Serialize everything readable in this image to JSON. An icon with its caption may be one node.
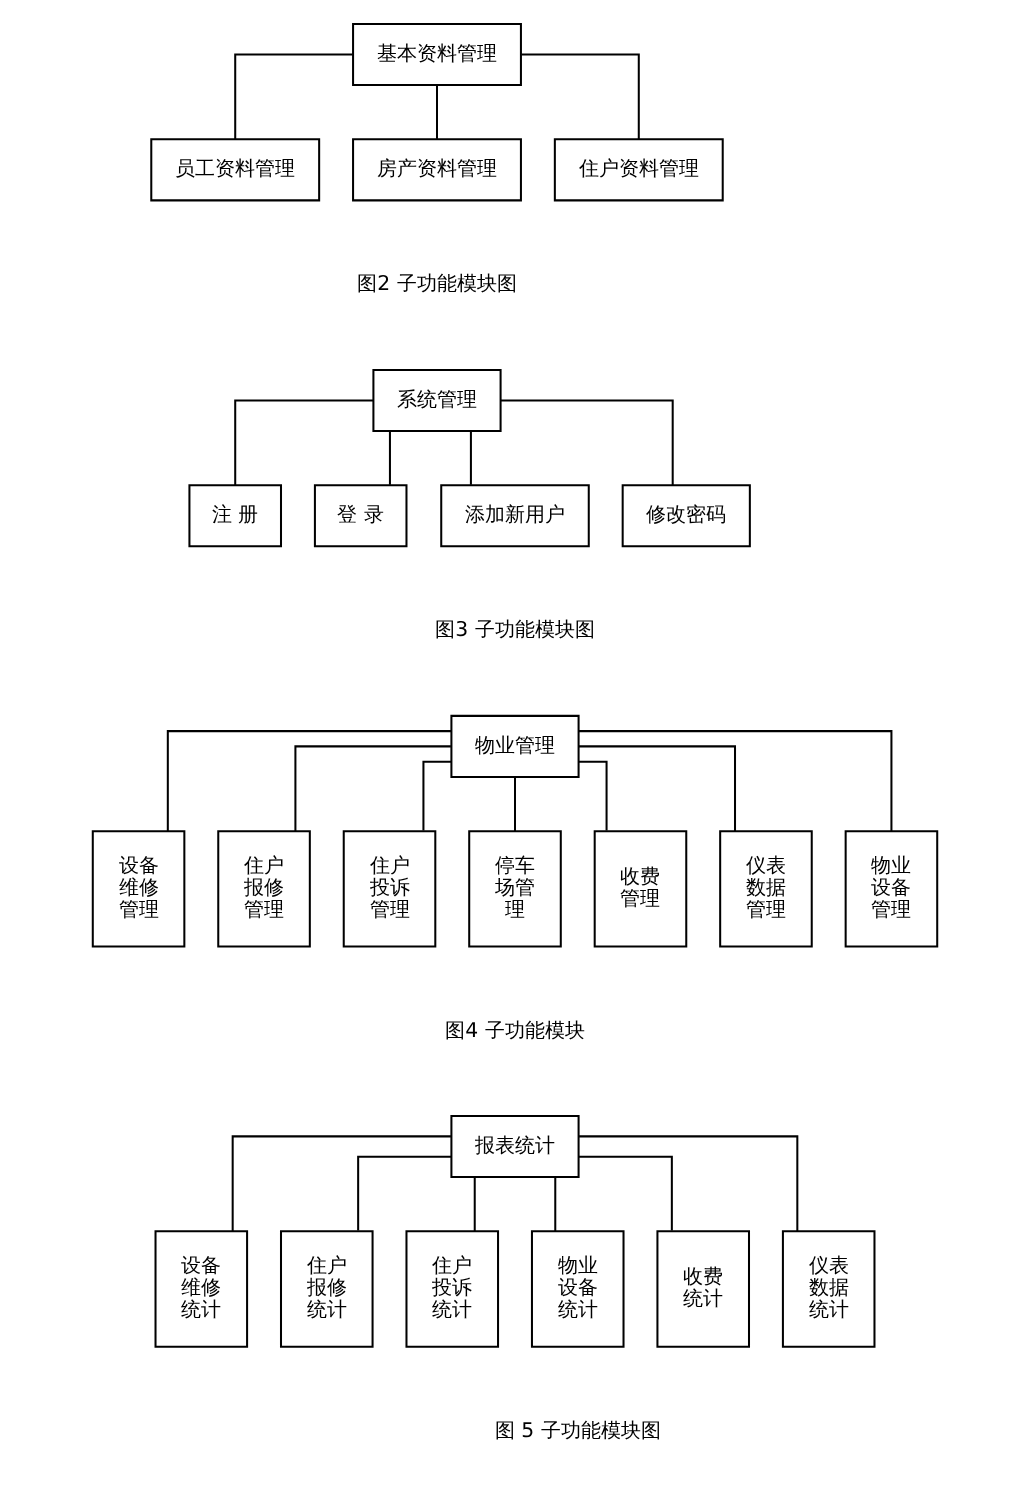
{
  "diagram": {
    "nodes": [
      {
        "text": [
          "基本资料管理"
        ]
      },
      {
        "text": [
          "员工资料管理"
        ]
      },
      {
        "text": [
          "房产资料管理"
        ]
      },
      {
        "text": [
          "住户资料管理"
        ]
      },
      {
        "text": [
          "系统管理"
        ]
      },
      {
        "text": [
          "注 册"
        ]
      },
      {
        "text": [
          "登 录"
        ]
      },
      {
        "text": [
          "添加新用户"
        ]
      },
      {
        "text": [
          "修改密码"
        ]
      },
      {
        "text": [
          "物业管理"
        ]
      },
      {
        "text": [
          "设备维修管理"
        ]
      },
      {
        "text": [
          "住户报修管理"
        ]
      },
      {
        "text": [
          "住户投诉管理"
        ]
      },
      {
        "text": [
          "停车场管理"
        ]
      },
      {
        "text": [
          "收费管理"
        ]
      },
      {
        "text": [
          "仪表数据管理"
        ]
      },
      {
        "text": [
          "物业设备管理"
        ]
      },
      {
        "text": [
          "报表统计"
        ]
      },
      {
        "text": [
          "设备维修统计"
        ]
      },
      {
        "text": [
          "住户报修统计"
        ]
      },
      {
        "text": [
          "住户投诉统计"
        ]
      },
      {
        "text": [
          "物业设备统计"
        ]
      },
      {
        "text": [
          "收费统计"
        ]
      },
      {
        "text": [
          "仪表数据统计"
        ]
      }
    ],
    "edges": [
      {
        "from": 0,
        "to": 1,
        "arrow": "none"
      },
      {
        "from": 0,
        "to": 2,
        "arrow": "none"
      },
      {
        "from": 0,
        "to": 3,
        "arrow": "none"
      },
      {
        "from": 4,
        "to": 5,
        "arrow": "none"
      },
      {
        "from": 4,
        "to": 6,
        "arrow": "none"
      },
      {
        "from": 4,
        "to": 7,
        "arrow": "none"
      },
      {
        "from": 4,
        "to": 8,
        "arrow": "none"
      },
      {
        "from": 9,
        "to": 10,
        "arrow": "none"
      },
      {
        "from": 9,
        "to": 11,
        "arrow": "none"
      },
      {
        "from": 9,
        "to": 12,
        "arrow": "none"
      },
      {
        "from": 9,
        "to": 13,
        "arrow": "none"
      },
      {
        "from": 9,
        "to": 14,
        "arrow": "none"
      },
      {
        "from": 9,
        "to": 15,
        "arrow": "none"
      },
      {
        "from": 9,
        "to": 16,
        "arrow": "none"
      },
      {
        "from": 17,
        "to": 18,
        "arrow": "none"
      },
      {
        "from": 17,
        "to": 19,
        "arrow": "none"
      },
      {
        "from": 17,
        "to": 20,
        "arrow": "none"
      },
      {
        "from": 17,
        "to": 21,
        "arrow": "none"
      },
      {
        "from": 17,
        "to": 22,
        "arrow": "none"
      },
      {
        "from": 17,
        "to": 23,
        "arrow": "none"
      }
    ],
    "labels": [
      "图2 子功能模块图",
      "图3 子功能模块图",
      "图4 子功能模块",
      "图 5 子功能模块图"
    ]
  }
}
